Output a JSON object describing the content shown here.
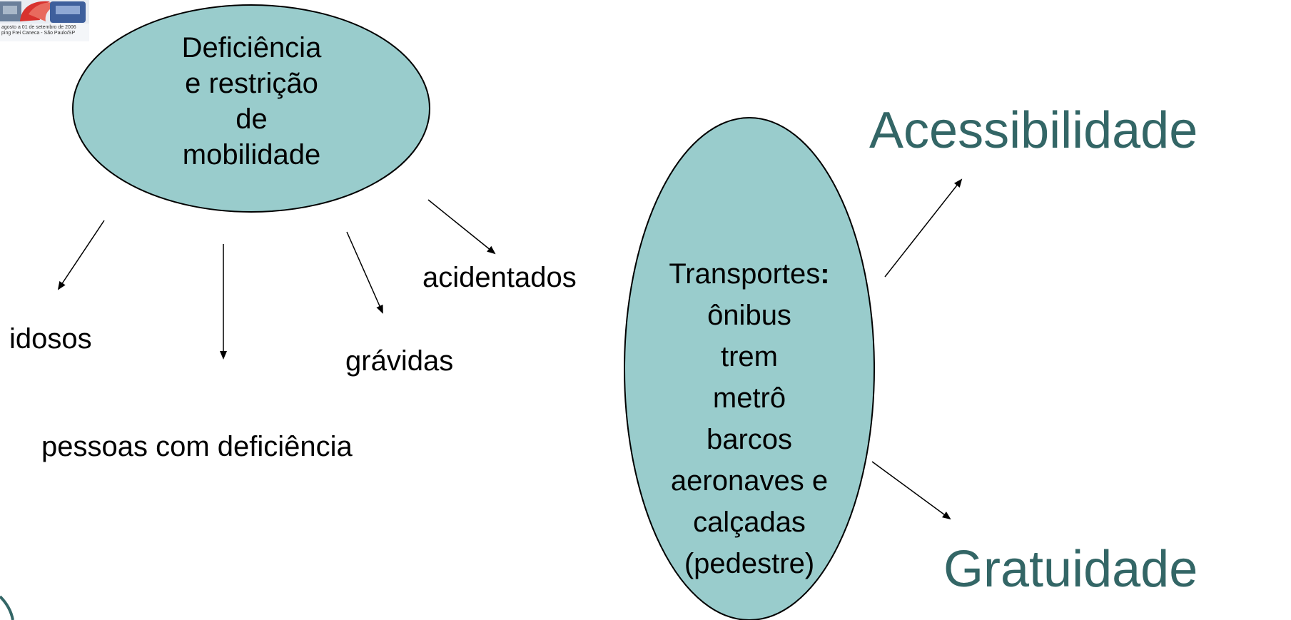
{
  "colors": {
    "ellipse_fill": "#99cccc",
    "ellipse_stroke": "#000000",
    "arrow": "#000000",
    "heading": "#336666",
    "text": "#000000"
  },
  "logo": {
    "caption_line1": "agosto a 01 de setembro de 2006",
    "caption_line2": "ping Frei Caneca - São Paulo/SP"
  },
  "left_ellipse": {
    "lines": [
      "Deficiência",
      "e restrição",
      "de",
      "mobilidade"
    ]
  },
  "groups": {
    "idosos": "idosos",
    "pessoas": "pessoas com deficiência",
    "gravidas": "grávidas",
    "acidentados": "acidentados"
  },
  "right_ellipse": {
    "title": "Transportes",
    "colon": ":",
    "items": [
      "ônibus",
      "trem",
      "metrô",
      "barcos",
      "aeronaves e",
      "calçadas",
      "(pedestre)"
    ]
  },
  "outcomes": {
    "acessibilidade": "Acessibilidade",
    "gratuidade": "Gratuidade"
  }
}
